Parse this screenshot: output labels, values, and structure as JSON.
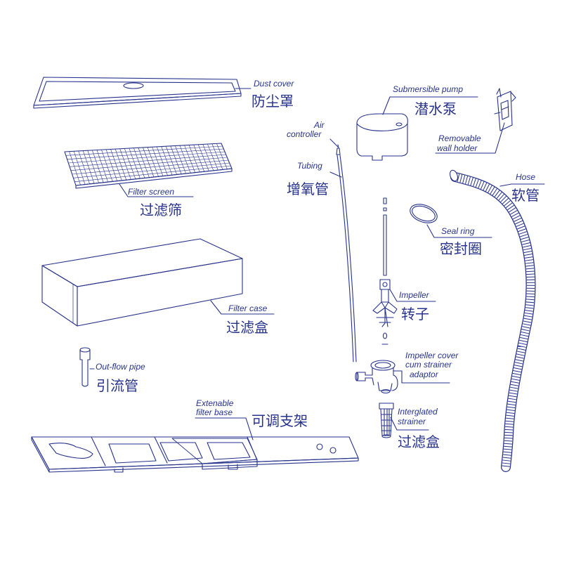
{
  "ink_color": "#27338c",
  "background_color": "#ffffff",
  "parts": {
    "dust_cover": {
      "en": "Dust cover",
      "zh": "防尘罩"
    },
    "filter_screen": {
      "en": "Filter screen",
      "zh": "过滤筛"
    },
    "filter_case": {
      "en": "Filter case",
      "zh": "过滤盒"
    },
    "outflow_pipe": {
      "en": "Out-flow pipe",
      "zh": "引流管"
    },
    "filter_base": {
      "en_line1": "Extenable",
      "en_line2": "filter base",
      "zh": "可调支架"
    },
    "air_controller": {
      "en_line1": "Air",
      "en_line2": "controller"
    },
    "tubing": {
      "en": "Tubing",
      "zh": "增氧管"
    },
    "pump": {
      "en": "Submersible pump",
      "zh": "潜水泵"
    },
    "wall_holder": {
      "en_line1": "Removable",
      "en_line2": "wall holder"
    },
    "hose": {
      "en": "Hose",
      "zh": "软管"
    },
    "seal_ring": {
      "en": "Seal ring",
      "zh": "密封圈"
    },
    "impeller": {
      "en": "Impeller",
      "zh": "转子"
    },
    "impeller_cover": {
      "en_line1": "Impeller cover",
      "en_line2": "cum strainer",
      "en_line3": "adaptor"
    },
    "strainer": {
      "en_line1": "Interglated",
      "en_line2": "strainer",
      "zh": "过滤盒"
    }
  }
}
